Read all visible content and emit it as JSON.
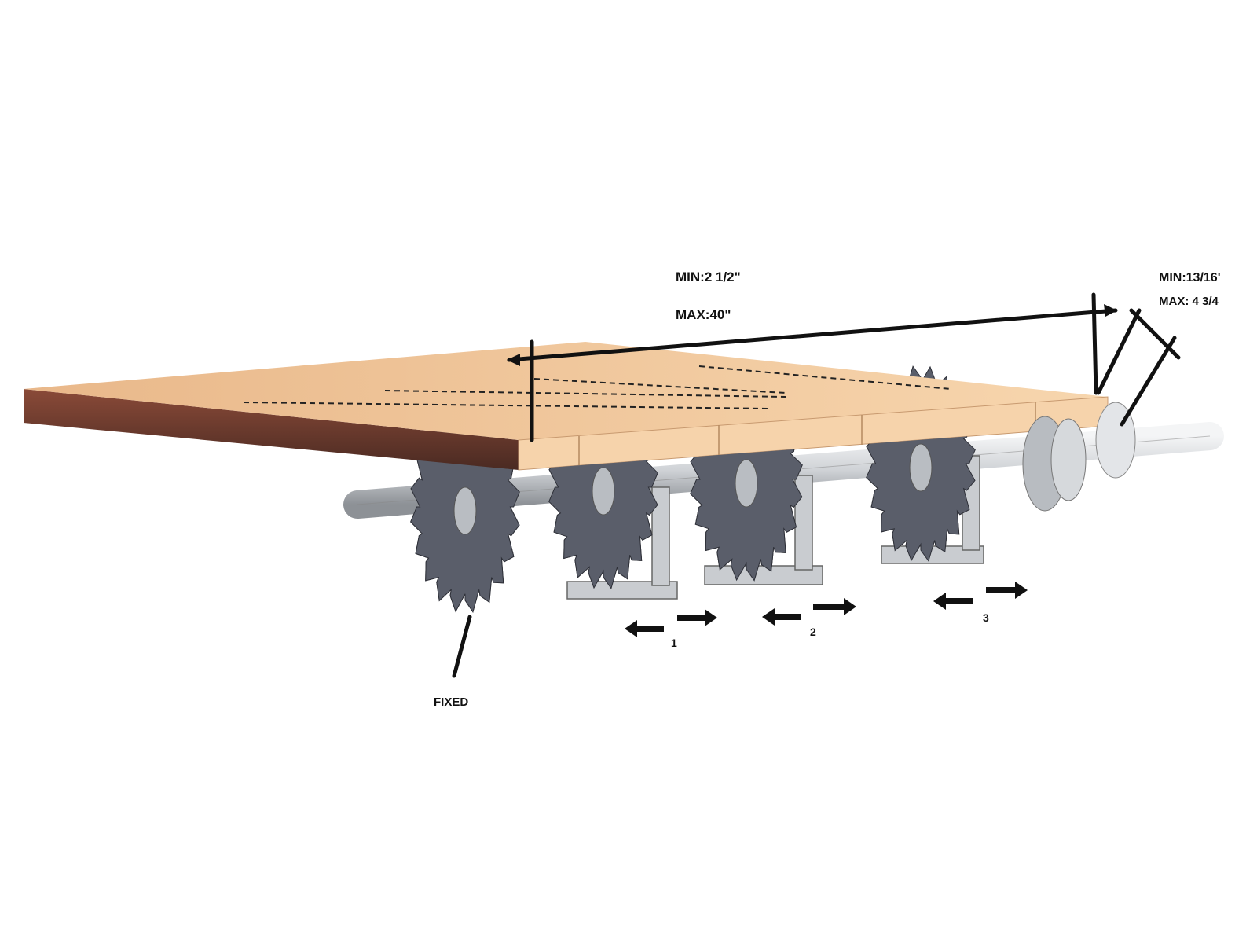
{
  "labels": {
    "width_min": "MIN:2 1/2\"",
    "width_max": "MAX:40\"",
    "thickness_min": "MIN:13/16'",
    "thickness_max": "MAX: 4 3/4",
    "fixed": "FIXED",
    "blade_1": "1",
    "blade_2": "2",
    "blade_3": "3"
  },
  "colors": {
    "wood_top": "#f2c89a",
    "wood_edge": "#7a3a2a",
    "blade": "#5a5e6a",
    "shaft": "#cfd2d6",
    "ink": "#111111"
  }
}
